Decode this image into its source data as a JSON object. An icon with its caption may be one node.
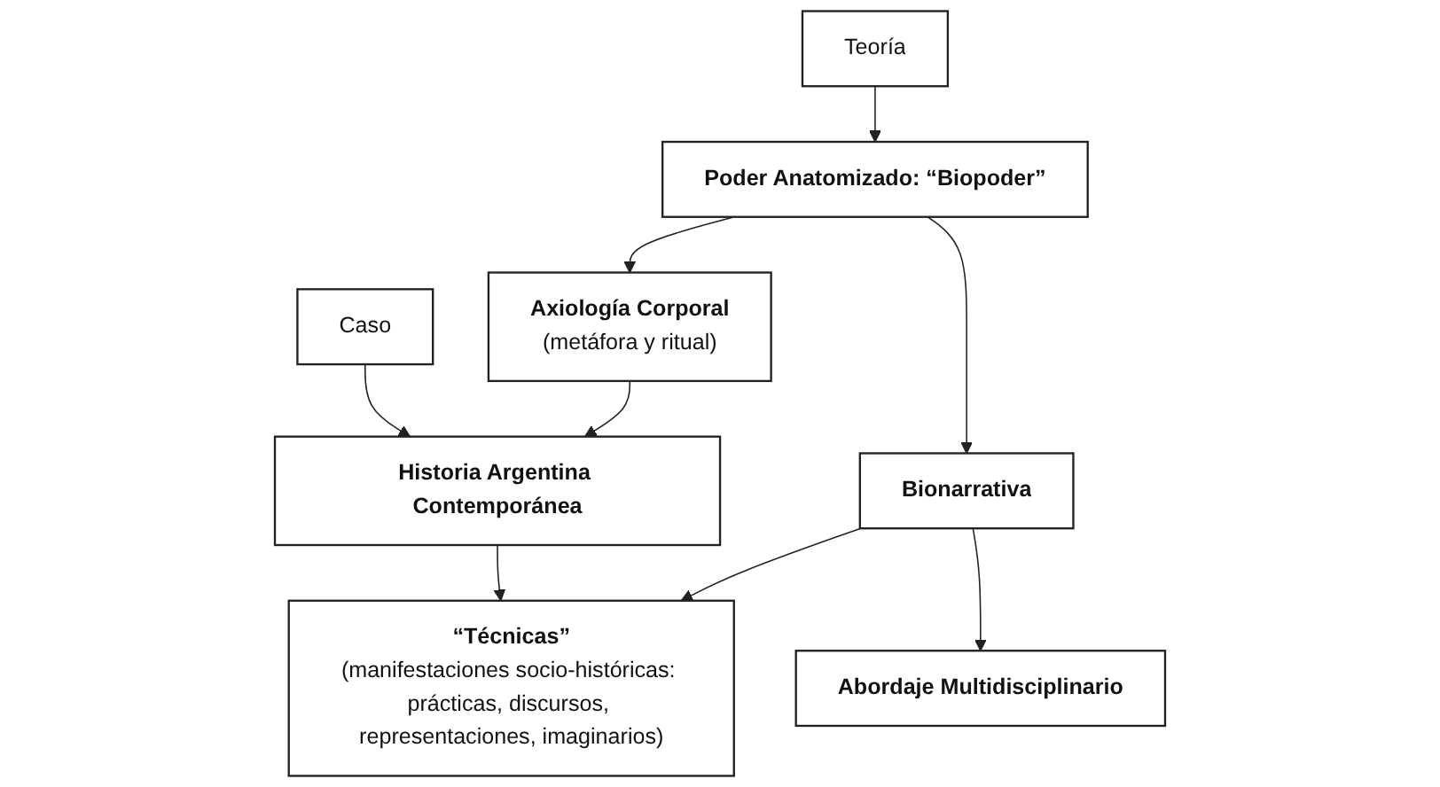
{
  "diagram": {
    "nodes": [
      {
        "text": [
          "Teoría"
        ]
      },
      {
        "text": [
          "Caso"
        ]
      },
      {
        "text": [
          "Poder Anatomizado: “Biopoder”"
        ]
      },
      {
        "text": [
          "Axiología Corporal",
          "(metáfora y ritual)"
        ]
      },
      {
        "text": [
          "Historia Argentina Contemporánea"
        ]
      },
      {
        "text": [
          "Bionarrativa"
        ]
      },
      {
        "text": [
          "“Técnicas”",
          "(manifestaciones socio-históricas: prácticas, discursos, representaciones, imaginarios)"
        ]
      },
      {
        "text": [
          "Abordaje Multidisciplinario"
        ]
      }
    ],
    "edges": [
      {
        "from": 0,
        "to": 2,
        "arrow": "to"
      },
      {
        "from": 1,
        "to": 4,
        "arrow": "to"
      },
      {
        "from": 2,
        "to": 3,
        "arrow": "to"
      },
      {
        "from": 3,
        "to": 4,
        "arrow": "to"
      },
      {
        "from": 2,
        "to": 5,
        "arrow": "to"
      },
      {
        "from": 4,
        "to": 6,
        "arrow": "to"
      },
      {
        "from": 5,
        "to": 6,
        "arrow": "to"
      },
      {
        "from": 5,
        "to": 7,
        "arrow": "to"
      }
    ]
  }
}
